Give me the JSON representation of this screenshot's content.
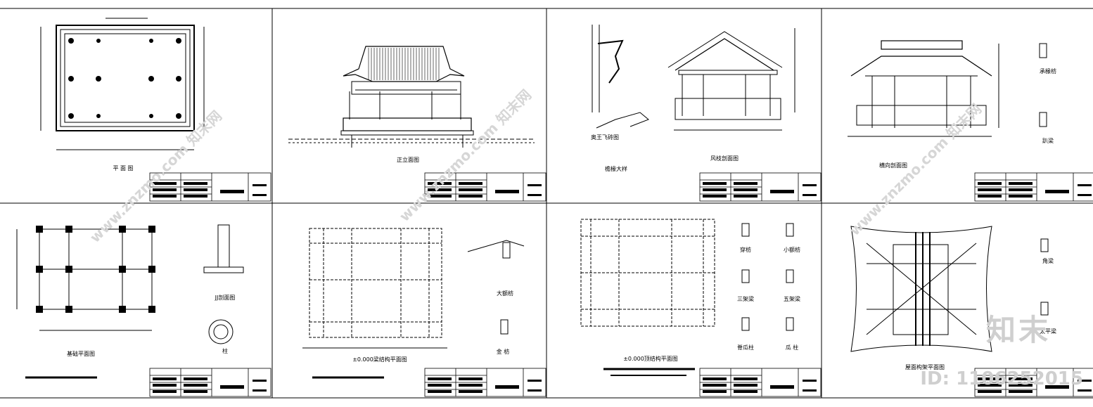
{
  "panels": [
    {
      "caption": "平 面 图"
    },
    {
      "caption": "正立面图"
    },
    {
      "caption": "风枝剖面图",
      "sub": "檐椽大样"
    },
    {
      "caption": "横向剖面图"
    },
    {
      "caption": "基础平面图",
      "sub1": "JJ剖面图",
      "sub2": "柱"
    },
    {
      "caption": "±0.000梁结构平面图",
      "sub1": "大额枋",
      "sub2": "金 枋"
    },
    {
      "caption": "±0.000顶结构平面图"
    },
    {
      "caption": "屋面构架平面图"
    }
  ],
  "panel3_extra": {
    "left": "奥王飞砖图"
  },
  "detail_labels": {
    "p4_a": "承椽枋",
    "p4_b": "趴梁",
    "p7_a": "穿枋",
    "p7_b": "小额枋",
    "p7_c": "三架梁",
    "p7_d": "五架梁",
    "p7_e": "脊瓜柱",
    "p7_f": "瓜 柱",
    "p8_a": "角梁",
    "p8_b": "太平梁"
  },
  "watermark": {
    "text": "www.znzmo.com 知末网"
  },
  "brand": {
    "name": "知末",
    "id": "ID: 1106252015"
  }
}
